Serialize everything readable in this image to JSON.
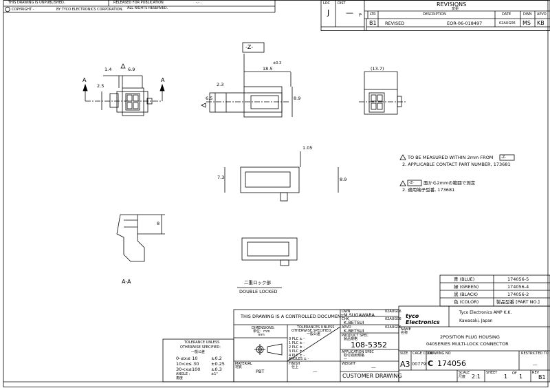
{
  "header": {
    "unpublished": "THIS DRAWING IS UNPUBLISHED.",
    "released": "RELEASED FOR PUBLICATION",
    "release_date": "-.-  .",
    "copyright": "COPYRIGHT   -",
    "corporation": "BY TYCO ELECTRONICS CORPORATION.",
    "rights": "ALL RIGHTS RESERVED."
  },
  "revision_block": {
    "loc_label": "LOC",
    "loc": "J",
    "dist_label": "DIST",
    "dist": "—",
    "title": "REVISIONS",
    "title_jp": "変更",
    "columns": [
      "P",
      "LTR",
      "DESCRIPTION",
      "DATE",
      "DWN",
      "APVD"
    ],
    "rows": [
      {
        "p": "",
        "ltr": "B1",
        "desc": "REVISED",
        "eco": "EOR-06-018497",
        "date": "02AUG06",
        "dwn": "MS",
        "apvd": "KB"
      }
    ]
  },
  "drawing": {
    "datum": "-Z-",
    "dims": {
      "d14": "1.4",
      "d69": "6.9",
      "d25": "2.5",
      "d185": "18.5",
      "tol185": "±0.3",
      "d23": "2.3",
      "d65": "6.5",
      "d89": "8.9",
      "d137": "(13.7)",
      "d105": "1.05",
      "d73": "7.3",
      "d89b": "8.9",
      "d8": "8"
    },
    "section_mark": "A",
    "section_label": "A-A",
    "lock_label_jp": "二重ロック部",
    "lock_label": "DOUBLE LOCKED"
  },
  "notes": {
    "note1": "TO BE MEASURED WITHIN 2mm FROM",
    "note2": "2. APPLICABLE CONTACT PART NUMBER, 173681",
    "note1_jp": "面から2mmの範囲で測定",
    "note2_jp": "2. 適用端子型番,   173681"
  },
  "color_table": {
    "rows": [
      {
        "color": "青 (BLUE)",
        "part": "174056-5"
      },
      {
        "color": "緑 (GREEN)",
        "part": "174056-4"
      },
      {
        "color": "黒 (BLACK)",
        "part": "174056-2"
      },
      {
        "color": "色 (COLOR)",
        "part": "製品型番 [PART NO.]"
      }
    ]
  },
  "tolerance": {
    "title1": "TOLERANCE UNLESS",
    "title2": "OTHERWISE SPECIFIED:",
    "title_jp": "一般公差",
    "rows": [
      {
        "range": "0-≤x≤ 10",
        "tol": "±0.2"
      },
      {
        "range": "10<x≤ 30",
        "tol": "±0.25"
      },
      {
        "range": "30<x≤100",
        "tol": "±0.3"
      },
      {
        "range": "ANGLE :",
        "tol": "±1°"
      }
    ],
    "angle_jp": "角度"
  },
  "title_block": {
    "controlled": "THIS DRAWING IS A CONTROLLED DOCUMENT.",
    "dimensions": "DIMENSIONS:",
    "dimensions_jp": "単位：mm",
    "dimensions_unit": "mm",
    "tol_head1": "TOLERANCES UNLESS",
    "tol_head2": "OTHERWISE SPECIFIED:",
    "tol_head_jp": "一般公差",
    "plc": [
      "0 PLC  ±  -",
      "1 PLC  ±  -",
      "2 PLC  ±  -",
      "3 PLC  ±  -",
      "4 PLC  ±  -",
      "ANGLES  ±  -"
    ],
    "material_label": "MATERIAL",
    "material_jp": "材質",
    "material": "PBT",
    "finish_label": "FINISH",
    "finish_jp": "仕上",
    "finish": "—",
    "dwn_label": "DWN",
    "dwn": "M.SUGAWARA",
    "dwn_date": "02AUG06",
    "chk_label": "CHK",
    "chk": "K.BETSUI",
    "chk_date": "02AUG06",
    "apvd_label": "APVD",
    "apvd": "K.BETSUI",
    "apvd_date": "02AUG06",
    "product_spec_label": "PRODUCT SPEC",
    "product_spec_jp": "製品規格",
    "product_spec": "108-5352",
    "app_spec_label": "APPLICATION SPEC",
    "app_spec_jp": "取付適用規格",
    "app_spec": "—",
    "weight_label": "WEIGHT",
    "weight": "—",
    "customer_drawing": "CUSTOMER DRAWING",
    "company_logo": "tyco Electronics",
    "company": "Tyco Electronics AMP K.K.",
    "location": "Kawasaki, Japan",
    "name_label": "NAME",
    "name_jp": "名称",
    "name1": "2POSITION PLUG HOUSING",
    "name2": "040SERIES MULTI-LOCK CONNECTOR",
    "size_label": "SIZE",
    "size": "A3",
    "cage_label": "CAGE CODE",
    "cage": "00779",
    "dwg_label": "DRAWING NO",
    "dwg_no": "174056",
    "restricted_label": "RESTRICTED TO",
    "restricted": "—",
    "scale_label": "SCALE",
    "scale_jp": "尺度",
    "scale": "2:1",
    "sheet_label": "SHEET",
    "sheet": "1",
    "of_label": "OF",
    "of": "1",
    "rev_label": "REV",
    "rev": "B1"
  }
}
